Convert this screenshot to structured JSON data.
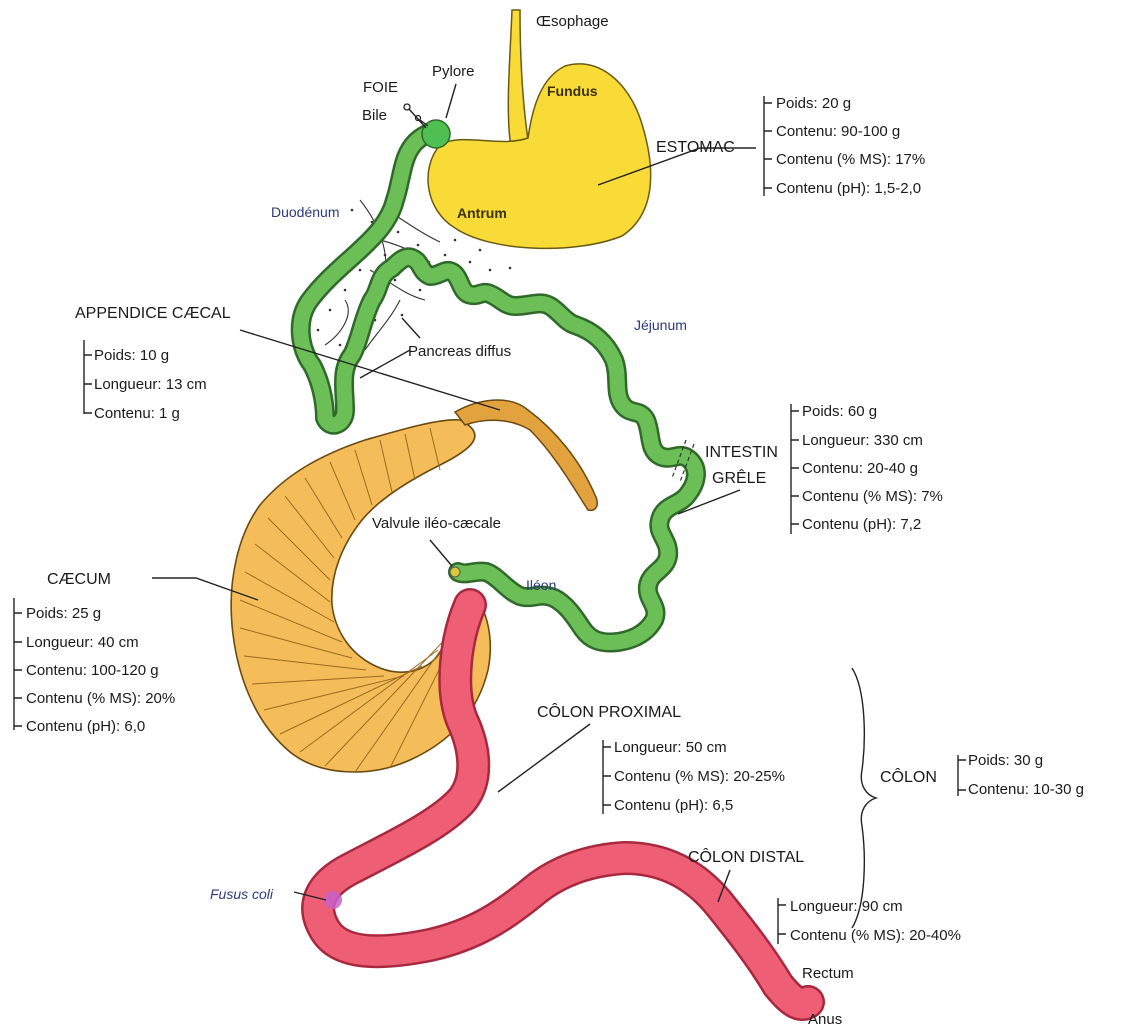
{
  "colors": {
    "stomach": "#f8db37",
    "small_intestine": "#6bbf56",
    "small_intestine_outline": "#2f6a2a",
    "caecum": "#f4bd5a",
    "appendix": "#e2a23e",
    "colon": "#ee5f76",
    "colon_outline": "#a8283e",
    "liver_node": "#4fbf52",
    "fusus_coli": "#c760c8"
  },
  "labels": {
    "oesophage": "Œsophage",
    "pylore": "Pylore",
    "foie": "FOIE",
    "bile": "Bile",
    "fundus": "Fundus",
    "antrum": "Antrum",
    "duodenum": "Duodénum",
    "pancreas": "Pancreas diffus",
    "jejunum": "Jéjunum",
    "valvule": "Valvule iléo-cæcale",
    "ileon": "Iléon",
    "fusus_coli": "Fusus coli",
    "rectum": "Rectum",
    "anus": "Anus"
  },
  "estomac": {
    "title": "ESTOMAC",
    "items": [
      "Poids: 20 g",
      "Contenu: 90-100 g",
      "Contenu (% MS): 17%",
      "Contenu (pH): 1,5-2,0"
    ]
  },
  "appendice": {
    "title": "APPENDICE CÆCAL",
    "items": [
      "Poids: 10 g",
      "Longueur: 13 cm",
      "Contenu: 1 g"
    ]
  },
  "intestin": {
    "title_line1": "INTESTIN",
    "title_line2": "GRÊLE",
    "items": [
      "Poids: 60 g",
      "Longueur: 330 cm",
      "Contenu: 20-40 g",
      "Contenu (% MS): 7%",
      "Contenu (pH): 7,2"
    ]
  },
  "caecum": {
    "title": "CÆCUM",
    "items": [
      "Poids: 25 g",
      "Longueur: 40 cm",
      "Contenu: 100-120 g",
      "Contenu (% MS): 20%",
      "Contenu (pH): 6,0"
    ]
  },
  "colon_proximal": {
    "title": "CÔLON PROXIMAL",
    "items": [
      "Longueur: 50 cm",
      "Contenu (% MS): 20-25%",
      "Contenu (pH): 6,5"
    ]
  },
  "colon": {
    "title": "CÔLON",
    "items": [
      "Poids: 30 g",
      "Contenu: 10-30 g"
    ]
  },
  "colon_distal": {
    "title": "CÔLON DISTAL",
    "items": [
      "Longueur: 90 cm",
      "Contenu (% MS): 20-40%"
    ]
  }
}
